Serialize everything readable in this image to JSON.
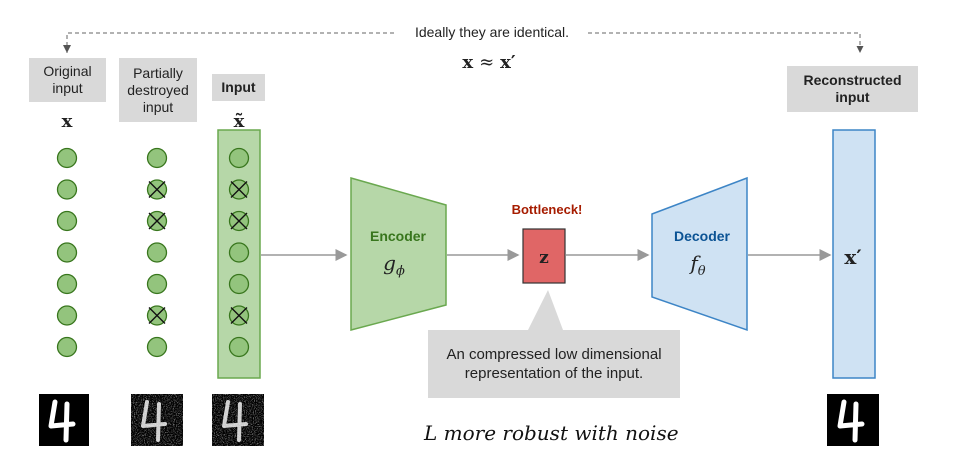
{
  "top_note": {
    "text": "Ideally they are identical.",
    "math_x": "x",
    "math_approx": "≈",
    "math_xprime": "x′"
  },
  "labels": {
    "original_input": "Original\ninput",
    "partially_destroyed": "Partially\ndestroyed\ninput",
    "input": "Input",
    "reconstructed": "Reconstructed\ninput",
    "bottleneck": "Bottleneck!"
  },
  "symbols": {
    "x": "x",
    "x_tilde": "x̃",
    "z": "z",
    "x_prime": "x′"
  },
  "encoder": {
    "title": "Encoder",
    "fn": "g",
    "sub": "ϕ"
  },
  "decoder": {
    "title": "Decoder",
    "fn": "f",
    "sub": "θ"
  },
  "callout": "An compressed low dimensional\nrepresentation of the input.",
  "handwritten_note": "L more robust with noise",
  "nodes": {
    "original": [
      false,
      false,
      false,
      false,
      false,
      false,
      false
    ],
    "partial": [
      false,
      true,
      true,
      false,
      false,
      true,
      false
    ],
    "input": [
      false,
      true,
      true,
      false,
      false,
      true,
      false
    ]
  },
  "colors": {
    "green_fill": "#b6d7a8",
    "green_stroke": "#6aa84f",
    "blue_fill": "#cfe2f3",
    "blue_stroke": "#3d85c6",
    "red_fill": "#e06666",
    "bottleneck_text": "#a61c00",
    "encoder_text": "#38761d",
    "decoder_text": "#0b5394",
    "gray_box": "#d9d9d9"
  },
  "icons": [
    "dashed-arrow-icon",
    "crossed-node-icon",
    "digit-four-image",
    "noisy-digit-four-image"
  ]
}
